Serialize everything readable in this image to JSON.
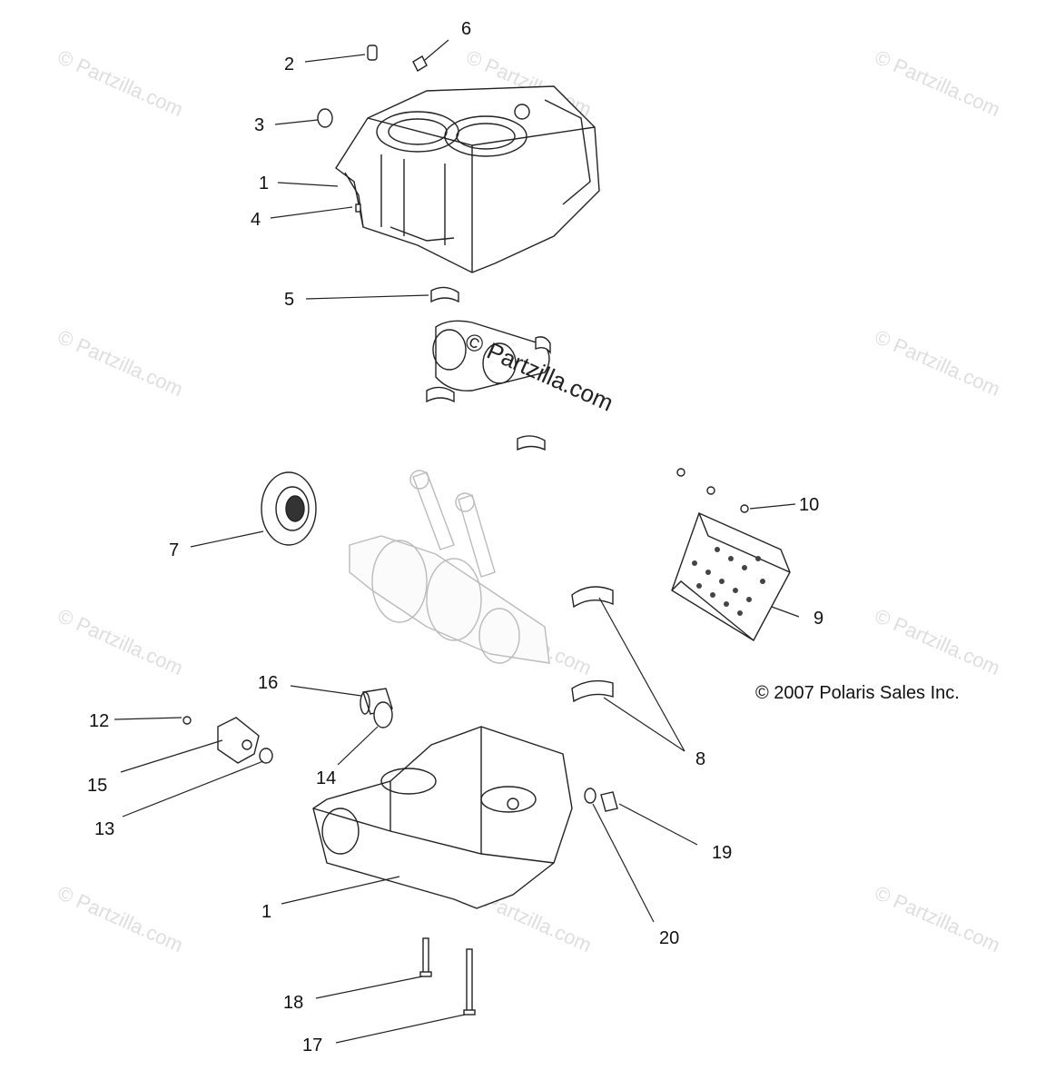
{
  "watermark": {
    "tile_text": "© Partzilla.com",
    "center_text": "© Partzilla.com"
  },
  "copyright": "© 2007 Polaris Sales Inc.",
  "callouts": [
    {
      "id": "c1a",
      "label": "1"
    },
    {
      "id": "c2",
      "label": "2"
    },
    {
      "id": "c3",
      "label": "3"
    },
    {
      "id": "c4",
      "label": "4"
    },
    {
      "id": "c5",
      "label": "5"
    },
    {
      "id": "c6",
      "label": "6"
    },
    {
      "id": "c7",
      "label": "7"
    },
    {
      "id": "c8",
      "label": "8"
    },
    {
      "id": "c9",
      "label": "9"
    },
    {
      "id": "c10",
      "label": "10"
    },
    {
      "id": "c12",
      "label": "12"
    },
    {
      "id": "c13",
      "label": "13"
    },
    {
      "id": "c14",
      "label": "14"
    },
    {
      "id": "c15",
      "label": "15"
    },
    {
      "id": "c16",
      "label": "16"
    },
    {
      "id": "c1b",
      "label": "1"
    },
    {
      "id": "c17",
      "label": "17"
    },
    {
      "id": "c18",
      "label": "18"
    },
    {
      "id": "c19",
      "label": "19"
    },
    {
      "id": "c20",
      "label": "20"
    }
  ]
}
